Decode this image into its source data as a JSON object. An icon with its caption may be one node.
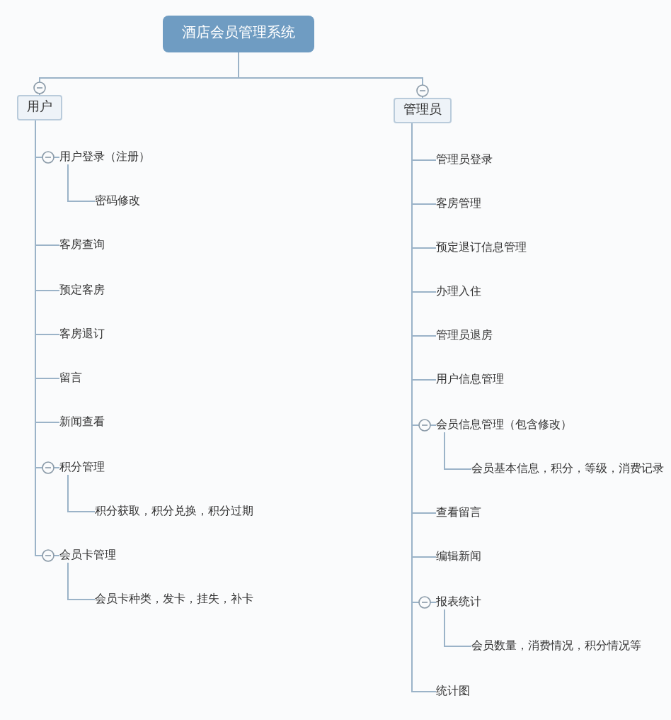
{
  "diagram": {
    "nodes": [
      {
        "text": [
          "酒店会员管理系统"
        ]
      },
      {
        "text": [
          "用户"
        ]
      },
      {
        "text": [
          "用户登录（注册）"
        ]
      },
      {
        "text": [
          "密码修改"
        ]
      },
      {
        "text": [
          "客房查询"
        ]
      },
      {
        "text": [
          "预定客房"
        ]
      },
      {
        "text": [
          "客房退订"
        ]
      },
      {
        "text": [
          "留言"
        ]
      },
      {
        "text": [
          "新闻查看"
        ]
      },
      {
        "text": [
          "积分管理"
        ]
      },
      {
        "text": [
          "积分获取，积分兑换，积分过期"
        ]
      },
      {
        "text": [
          "会员卡管理"
        ]
      },
      {
        "text": [
          "会员卡种类，发卡，挂失，补卡"
        ]
      },
      {
        "text": [
          "管理员"
        ]
      },
      {
        "text": [
          "管理员登录"
        ]
      },
      {
        "text": [
          "客房管理"
        ]
      },
      {
        "text": [
          "预定退订信息管理"
        ]
      },
      {
        "text": [
          "办理入住"
        ]
      },
      {
        "text": [
          "管理员退房"
        ]
      },
      {
        "text": [
          "用户信息管理"
        ]
      },
      {
        "text": [
          "会员信息管理（包含修改）"
        ]
      },
      {
        "text": [
          "会员基本信息，积分，等级，消费记录"
        ]
      },
      {
        "text": [
          "查看留言"
        ]
      },
      {
        "text": [
          "编辑新闻"
        ]
      },
      {
        "text": [
          "报表统计"
        ]
      },
      {
        "text": [
          "会员数量，消费情况，积分情况等"
        ]
      },
      {
        "text": [
          "统计图"
        ]
      }
    ],
    "edges": [
      {
        "from": 0,
        "to": 1,
        "arrow": "none"
      },
      {
        "from": 0,
        "to": 13,
        "arrow": "none"
      },
      {
        "from": 1,
        "to": 2,
        "arrow": "none"
      },
      {
        "from": 2,
        "to": 3,
        "arrow": "none"
      },
      {
        "from": 1,
        "to": 4,
        "arrow": "none"
      },
      {
        "from": 1,
        "to": 5,
        "arrow": "none"
      },
      {
        "from": 1,
        "to": 6,
        "arrow": "none"
      },
      {
        "from": 1,
        "to": 7,
        "arrow": "none"
      },
      {
        "from": 1,
        "to": 8,
        "arrow": "none"
      },
      {
        "from": 1,
        "to": 9,
        "arrow": "none"
      },
      {
        "from": 9,
        "to": 10,
        "arrow": "none"
      },
      {
        "from": 1,
        "to": 11,
        "arrow": "none"
      },
      {
        "from": 11,
        "to": 12,
        "arrow": "none"
      },
      {
        "from": 13,
        "to": 14,
        "arrow": "none"
      },
      {
        "from": 13,
        "to": 15,
        "arrow": "none"
      },
      {
        "from": 13,
        "to": 16,
        "arrow": "none"
      },
      {
        "from": 13,
        "to": 17,
        "arrow": "none"
      },
      {
        "from": 13,
        "to": 18,
        "arrow": "none"
      },
      {
        "from": 13,
        "to": 19,
        "arrow": "none"
      },
      {
        "from": 13,
        "to": 20,
        "arrow": "none"
      },
      {
        "from": 20,
        "to": 21,
        "arrow": "none"
      },
      {
        "from": 13,
        "to": 22,
        "arrow": "none"
      },
      {
        "from": 13,
        "to": 23,
        "arrow": "none"
      },
      {
        "from": 13,
        "to": 24,
        "arrow": "none"
      },
      {
        "from": 24,
        "to": 25,
        "arrow": "none"
      },
      {
        "from": 13,
        "to": 26,
        "arrow": "none"
      }
    ]
  }
}
